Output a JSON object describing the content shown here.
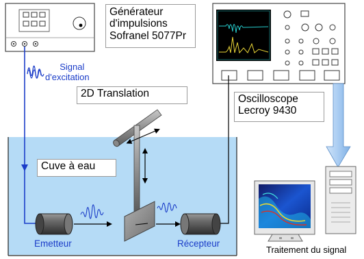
{
  "generator": {
    "lines": [
      "Générateur",
      "d'impulsions",
      "Sofranel 5077Pr"
    ]
  },
  "signal": {
    "line1": "Signal",
    "line2": "d'excitation"
  },
  "translation": {
    "label": "2D Translation"
  },
  "oscilloscope": {
    "line1": "Oscilloscope",
    "line2": "Lecroy 9430"
  },
  "tank": {
    "label": "Cuve à eau"
  },
  "emitter": {
    "label": "Emetteur"
  },
  "receiver": {
    "label": "Récepteur"
  },
  "computer": {
    "label": "Traitement du signal"
  },
  "colors": {
    "water": "#b5dbf6",
    "wire": "#1a3cc8",
    "scope_screen": "#000000",
    "trace1": "#27d0d0",
    "trace2": "#ecd838",
    "arrow": "#a9ccf2"
  }
}
